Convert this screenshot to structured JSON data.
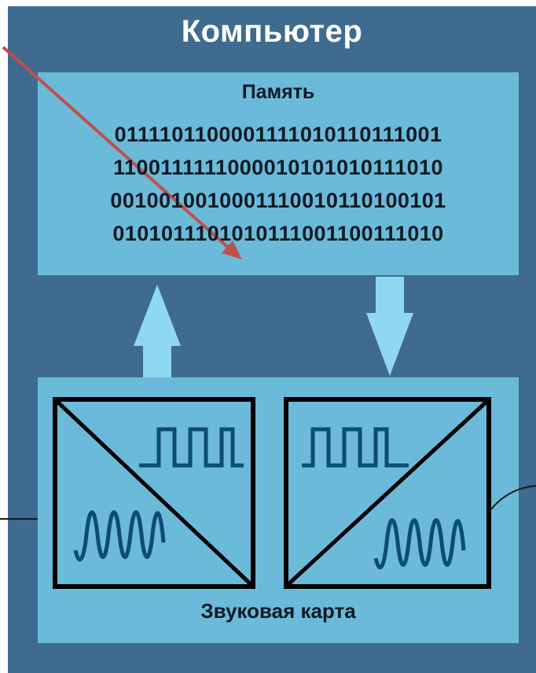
{
  "computer": {
    "title": "Компьютер"
  },
  "memory": {
    "title": "Память",
    "rows": [
      "0111101100001111010110111001",
      "1100111111000010101010111010",
      "0010010010001110010110100101",
      "0101011101010111001100111010"
    ]
  },
  "sound_card": {
    "label": "Звуковая карта"
  },
  "colors": {
    "outer_box": "#3e6b8f",
    "inner_box": "#6bbad9",
    "arrow": "#8fd8f2",
    "pointer_arrow": "#c0504d",
    "signal_line": "#0b4d72",
    "wire": "#1a1a1a"
  }
}
